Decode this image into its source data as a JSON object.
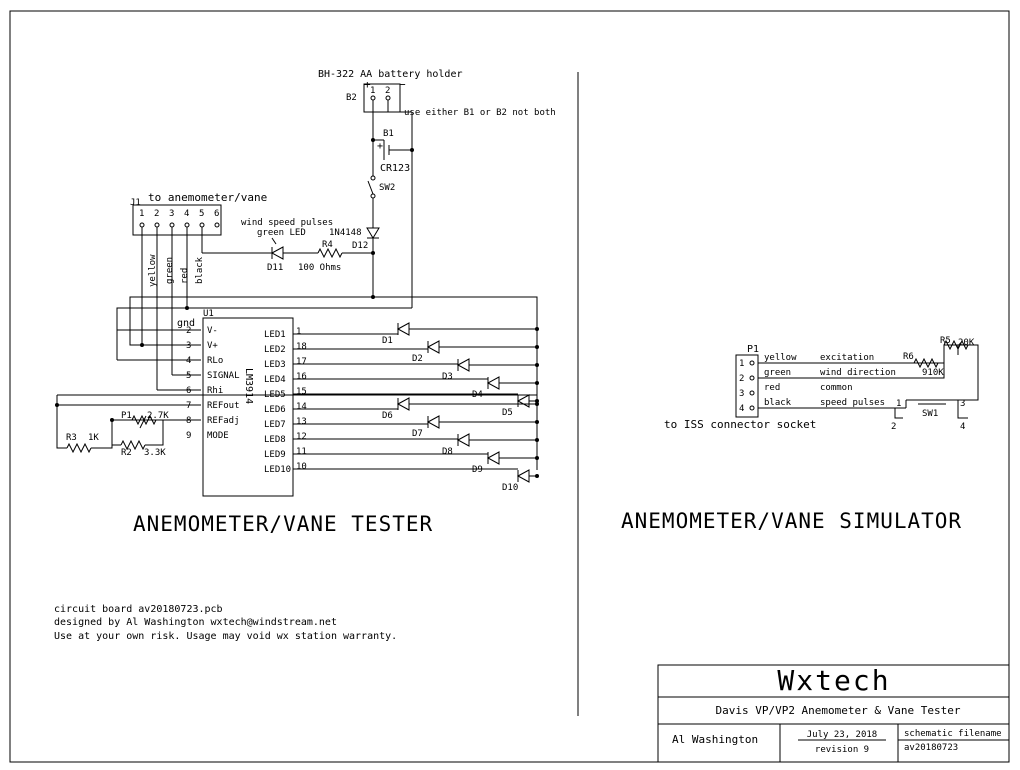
{
  "left": {
    "title": "ANEMOMETER/VANE TESTER",
    "battery_holder": "BH-322 AA battery holder",
    "battery_plus": "+",
    "battery_minus": "−",
    "b2": "B2",
    "b2_pins": [
      "1",
      "2"
    ],
    "use_note": "use either B1 or B2 not both",
    "b1": "B1",
    "b1_part": "CR123",
    "sw2": "SW2",
    "d12_part": "1N4148",
    "d12": "D12",
    "wind_note": "wind speed pulses",
    "green_led": "green LED",
    "r4": "R4",
    "r4_value": "100 Ohms",
    "d11": "D11",
    "j1": "J1",
    "j1_label": "to anemometer/vane",
    "j1_pins": [
      "1",
      "2",
      "3",
      "4",
      "5",
      "6"
    ],
    "wire_colors": [
      "yellow",
      "green",
      "red",
      "black"
    ],
    "gnd": "gnd",
    "u1": "U1",
    "u1_part": "LM3914",
    "u1_left_pins": [
      {
        "num": "2",
        "name": "V-"
      },
      {
        "num": "3",
        "name": "V+"
      },
      {
        "num": "4",
        "name": "RLo"
      },
      {
        "num": "5",
        "name": "SIGNAL"
      },
      {
        "num": "6",
        "name": "Rhi"
      },
      {
        "num": "7",
        "name": "REFout"
      },
      {
        "num": "8",
        "name": "REFadj"
      },
      {
        "num": "9",
        "name": "MODE"
      }
    ],
    "u1_right_pins": [
      {
        "num": "1",
        "name": "LED1",
        "diode": "D1"
      },
      {
        "num": "18",
        "name": "LED2",
        "diode": "D2"
      },
      {
        "num": "17",
        "name": "LED3",
        "diode": "D3"
      },
      {
        "num": "16",
        "name": "LED4",
        "diode": "D4"
      },
      {
        "num": "15",
        "name": "LED5",
        "diode": "D5"
      },
      {
        "num": "14",
        "name": "LED6",
        "diode": "D6"
      },
      {
        "num": "13",
        "name": "LED7",
        "diode": "D7"
      },
      {
        "num": "12",
        "name": "LED8",
        "diode": "D8"
      },
      {
        "num": "11",
        "name": "LED9",
        "diode": "D9"
      },
      {
        "num": "10",
        "name": "LED10",
        "diode": "D10"
      }
    ],
    "p1": "P1",
    "p1_value": "2.7K",
    "r3": "R3",
    "r3_value": "1K",
    "r2": "R2",
    "r2_value": "3.3K"
  },
  "right": {
    "title": "ANEMOMETER/VANE SIMULATOR",
    "p1": "P1",
    "rows": [
      {
        "pin": "1",
        "color": "yellow",
        "signal": "excitation"
      },
      {
        "pin": "2",
        "color": "green",
        "signal": "wind direction"
      },
      {
        "pin": "3",
        "color": "red",
        "signal": "common"
      },
      {
        "pin": "4",
        "color": "black",
        "signal": "speed pulses"
      }
    ],
    "r5": "R5",
    "r5_value": "20K",
    "r6": "R6",
    "r6_value": "910K",
    "sw1": "SW1",
    "sw1_pins": [
      "1",
      "2",
      "3",
      "4"
    ],
    "iss_note": "to ISS connector socket"
  },
  "notes": [
    "circuit board av20180723.pcb",
    "designed by Al Washington  wxtech@windstream.net",
    "Use at your own risk.  Usage may void wx station warranty."
  ],
  "titleblock": {
    "company": "Wxtech",
    "description": "Davis VP/VP2 Anemometer & Vane Tester",
    "author": "Al Washington",
    "date": "July 23, 2018",
    "revision": "revision 9",
    "filename_label": "schematic filename",
    "filename": "av20180723"
  }
}
